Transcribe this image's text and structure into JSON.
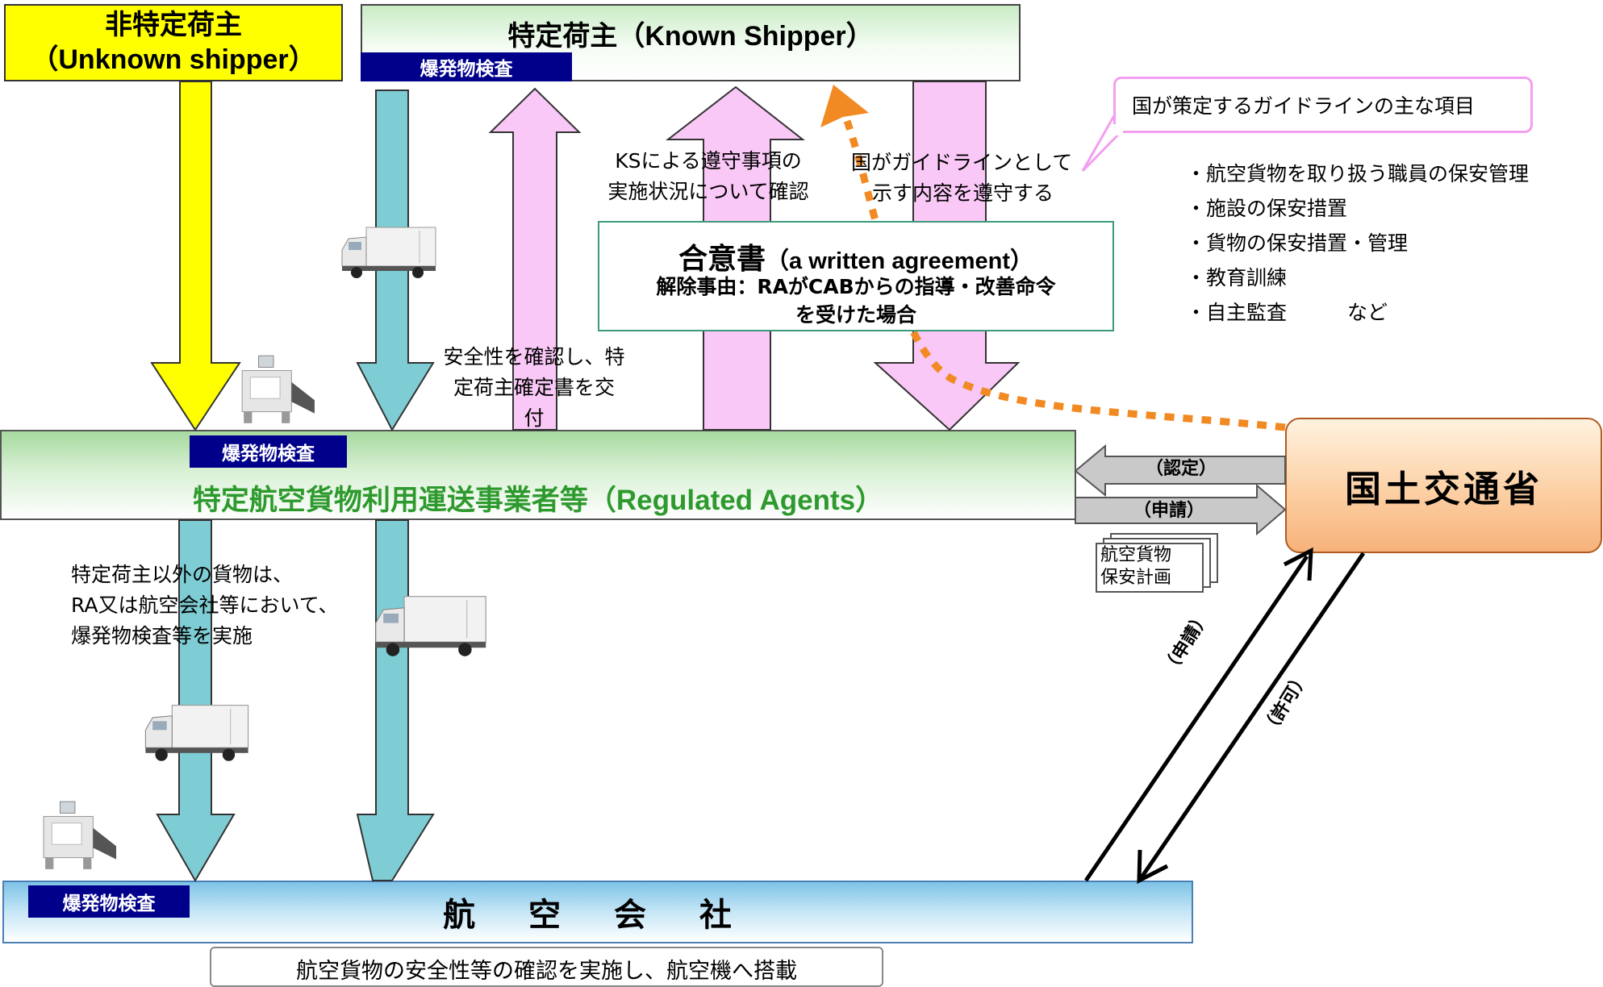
{
  "colors": {
    "unknown_box": "#ffff00",
    "unknown_arrow": "#ffff00",
    "teal_arrow": "#7fcdd4",
    "pink_arrow": "#f9c8f6",
    "badge": "#00008b",
    "ra_title": "#2e9a2e",
    "dotted_arrow": "#f28a24",
    "guide_border": "#f39ff0",
    "mlit_box": "#fcd0a4"
  },
  "unknown_shipper": {
    "line1": "非特定荷主",
    "line2": "（Unknown shipper）"
  },
  "known_shipper": {
    "title": "特定荷主（Known Shipper）",
    "badge": "爆発物検査"
  },
  "regulated_agents": {
    "title": "特定航空貨物利用運送事業者等（Regulated Agents）",
    "badge": "爆発物検査"
  },
  "airline": {
    "title": "航 空 会 社",
    "badge": "爆発物検査"
  },
  "mlit": {
    "title": "国土交通省"
  },
  "ks_compliance_text": {
    "line1": "KSによる遵守事項の",
    "line2": "実施状況について確認"
  },
  "guideline_follow_text": {
    "line1": "国がガイドラインとして",
    "line2": "示す内容を遵守する"
  },
  "agreement": {
    "title": "合意書",
    "title_en": "（a written agreement）",
    "reason_line1": "解除事由：RAがCABからの指導・改善命令",
    "reason_line2": "を受けた場合"
  },
  "safety_confirm_text": {
    "line1": "安全性を確認し、特",
    "line2": "定荷主確定書を交",
    "line3": "付"
  },
  "guideline_callout": {
    "title": "国が策定するガイドラインの主な項目"
  },
  "guideline_items": [
    "・航空貨物を取り扱う職員の保安管理",
    "・施設の保安措置",
    "・貨物の保安措置・管理",
    "・教育訓練",
    "・自主監査　　　など"
  ],
  "certification_label": "（認定）",
  "application_label": "（申請）",
  "security_plan": {
    "line1": "航空貨物",
    "line2": "保安計画"
  },
  "diag_application_label": "（申請）",
  "diag_permission_label": "（許可）",
  "non_ks_cargo_text": {
    "line1": "特定荷主以外の貨物は、",
    "line2": "RA又は航空会社等において、",
    "line3": "爆発物検査等を実施"
  },
  "bottom_note": "航空貨物の安全性等の確認を実施し、航空機へ搭載"
}
